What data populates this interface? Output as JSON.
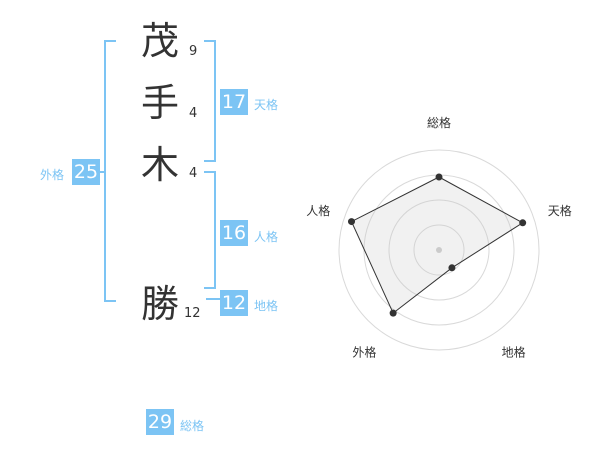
{
  "name": {
    "chars": [
      {
        "char": "茂",
        "strokes": "9"
      },
      {
        "char": "手",
        "strokes": "4"
      },
      {
        "char": "木",
        "strokes": "4"
      },
      {
        "char": "勝",
        "strokes": "12"
      }
    ]
  },
  "fortune": {
    "tenkaku": {
      "value": "17",
      "label": "天格"
    },
    "jinkaku": {
      "value": "16",
      "label": "人格"
    },
    "chikaku": {
      "value": "12",
      "label": "地格"
    },
    "gaikaku": {
      "value": "25",
      "label": "外格"
    },
    "soukaku": {
      "value": "29",
      "label": "総格"
    }
  },
  "colors": {
    "accent": "#7cc4f4",
    "text": "#333333"
  },
  "chart_data": {
    "type": "radar",
    "axes": [
      "総格",
      "天格",
      "地格",
      "外格",
      "人格"
    ],
    "values": [
      0.73,
      0.88,
      0.22,
      0.78,
      0.92
    ],
    "max": 1.0,
    "rings": 4
  }
}
